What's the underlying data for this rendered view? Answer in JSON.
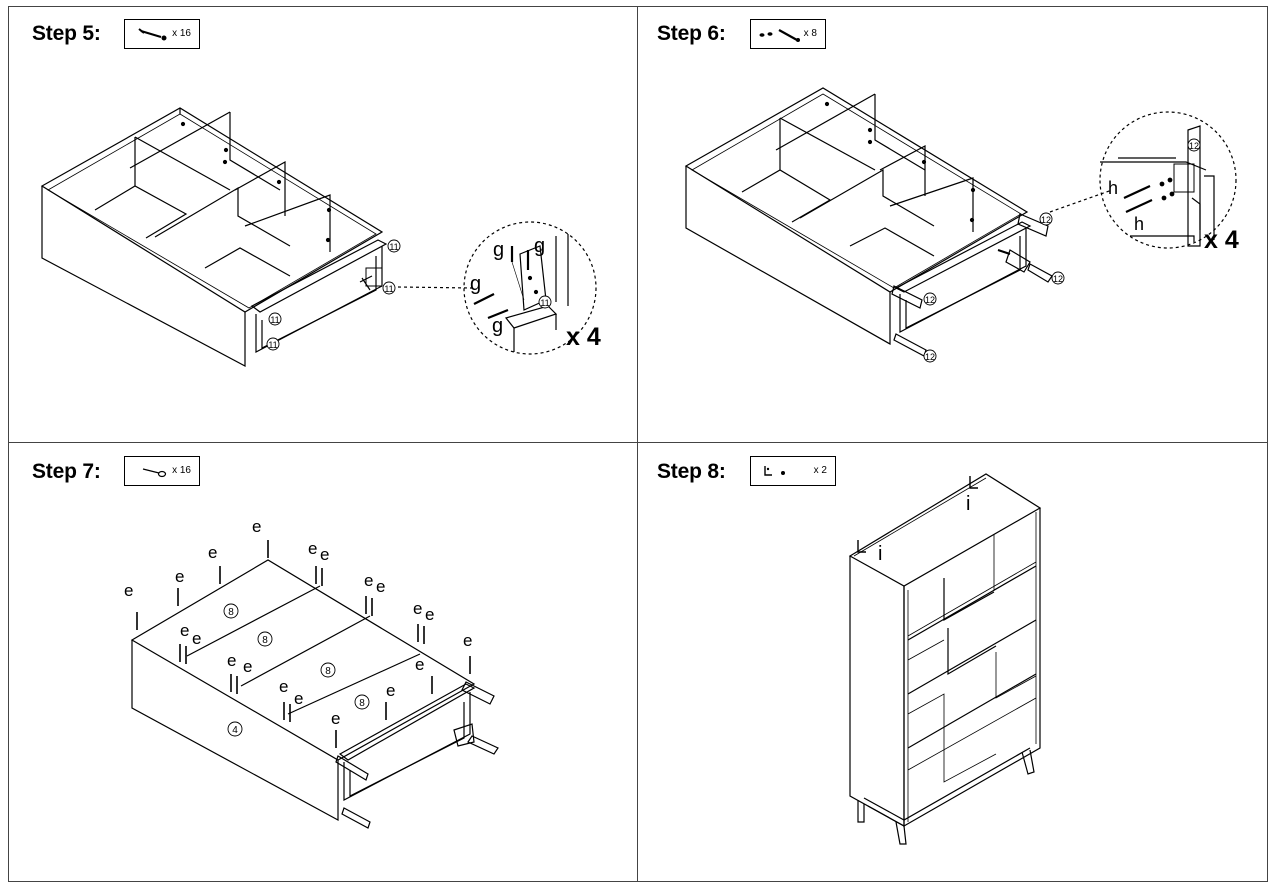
{
  "steps": [
    {
      "title": "Step 5:",
      "hardware_qty": "x 16",
      "hardware_icon": "long-screw-icon",
      "part_labels": [
        "11",
        "11",
        "11",
        "11",
        "11"
      ],
      "fastener_labels": [
        "g",
        "g",
        "g",
        "g"
      ],
      "multiplier": "x 4"
    },
    {
      "title": "Step 6:",
      "hardware_qty": "x 8",
      "hardware_icon": "bolt-and-washers-icon",
      "part_labels": [
        "12",
        "12",
        "12",
        "12",
        "12"
      ],
      "fastener_labels": [
        "h",
        "h"
      ],
      "multiplier": "x 4"
    },
    {
      "title": "Step 7:",
      "hardware_qty": "x 16",
      "hardware_icon": "cam-bolt-icon",
      "part_labels": [
        "8",
        "8",
        "8",
        "8",
        "4"
      ],
      "fastener_label": "e"
    },
    {
      "title": "Step 8:",
      "hardware_qty": "x 2",
      "hardware_icon": "wall-bracket-icon",
      "fastener_labels": [
        "i",
        "i"
      ]
    }
  ]
}
